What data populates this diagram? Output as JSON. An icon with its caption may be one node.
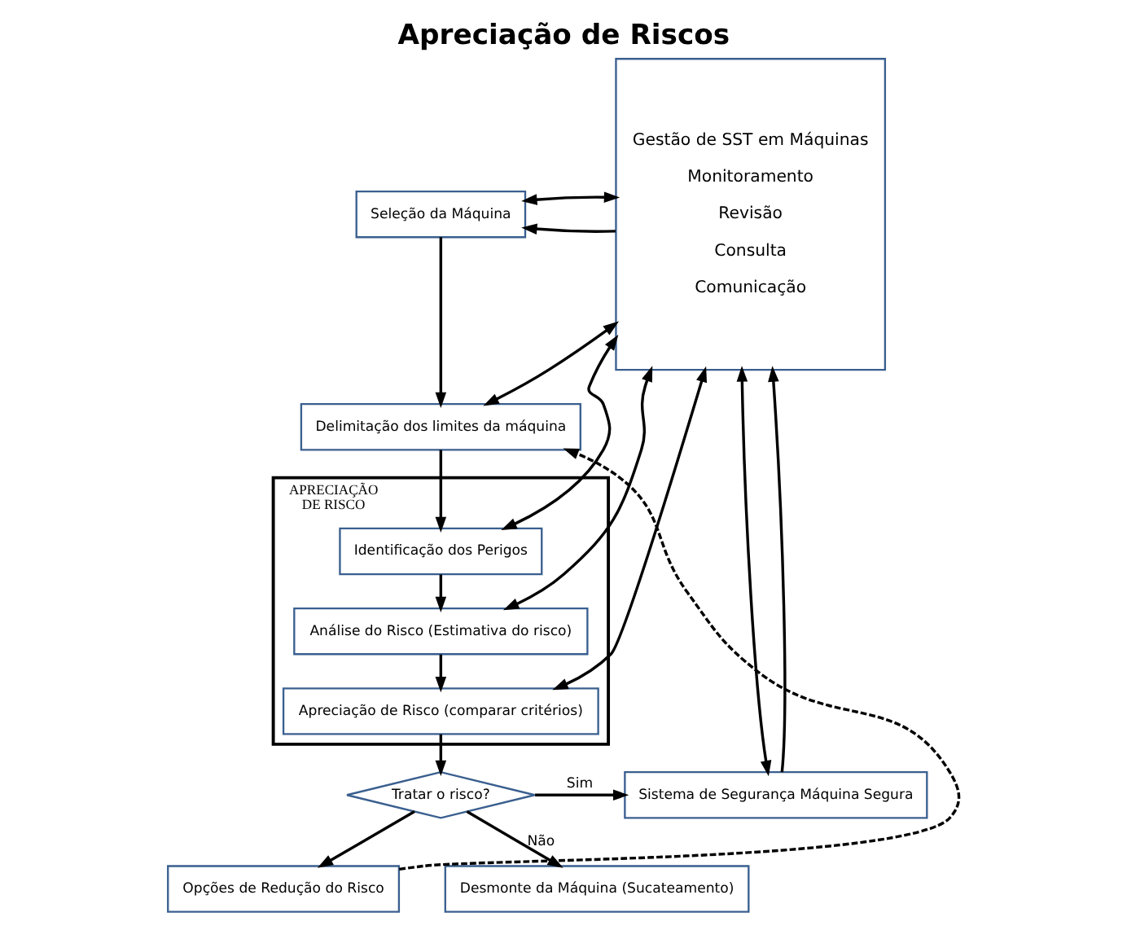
{
  "diagram": {
    "title": "Apreciação de Riscos",
    "nodes": [
      {
        "text": [
          "Seleção da Máquina"
        ]
      },
      {
        "text": [
          "Delimitação dos limites da máquina"
        ]
      },
      {
        "text": [
          "APRECIAÇÃO",
          "DE RISCO"
        ]
      },
      {
        "text": [
          "Identificação dos Perigos"
        ],
        "in": 2
      },
      {
        "text": [
          "Análise do Risco (Estimativa do risco)"
        ],
        "in": 2
      },
      {
        "text": [
          "Apreciação de Risco (comparar critérios)"
        ],
        "in": 2
      },
      {
        "text": [
          "Tratar o risco?"
        ]
      },
      {
        "text": [
          "Opções de Redução do Risco"
        ]
      },
      {
        "text": [
          "Desmonte da Máquina (Sucateamento)"
        ]
      },
      {
        "text": [
          "Sistema de Segurança Máquina Segura"
        ]
      },
      {
        "text": [
          "Gestão de SST em Máquinas",
          "Monitoramento",
          "Revisão",
          "Consulta",
          "Comunicação"
        ]
      }
    ],
    "edges": [
      {
        "from": 10,
        "to": 0,
        "arrow": "to"
      },
      {
        "from": 0,
        "to": 1,
        "arrow": "to"
      },
      {
        "from": 0,
        "to": 10,
        "arrow": "both"
      },
      {
        "from": 1,
        "to": 10,
        "arrow": "both"
      },
      {
        "from": 1,
        "to": 3,
        "arrow": "to"
      },
      {
        "from": 3,
        "to": 4,
        "arrow": "to"
      },
      {
        "from": 4,
        "to": 5,
        "arrow": "to"
      },
      {
        "from": 3,
        "to": 10,
        "arrow": "both"
      },
      {
        "from": 4,
        "to": 10,
        "arrow": "both"
      },
      {
        "from": 5,
        "to": 10,
        "arrow": "both"
      },
      {
        "from": 5,
        "to": 6,
        "arrow": "to"
      },
      {
        "from": 6,
        "to": 7,
        "arrow": "to"
      },
      {
        "from": 6,
        "to": 8,
        "arrow": "to",
        "label": "Não"
      },
      {
        "from": 6,
        "to": 9,
        "arrow": "to",
        "label": "Sim"
      },
      {
        "from": 9,
        "to": 10,
        "arrow": "both"
      },
      {
        "from": 9,
        "to": 10,
        "arrow": "to"
      },
      {
        "from": 7,
        "to": 1,
        "arrow": "to",
        "style": "dashed"
      }
    ]
  }
}
